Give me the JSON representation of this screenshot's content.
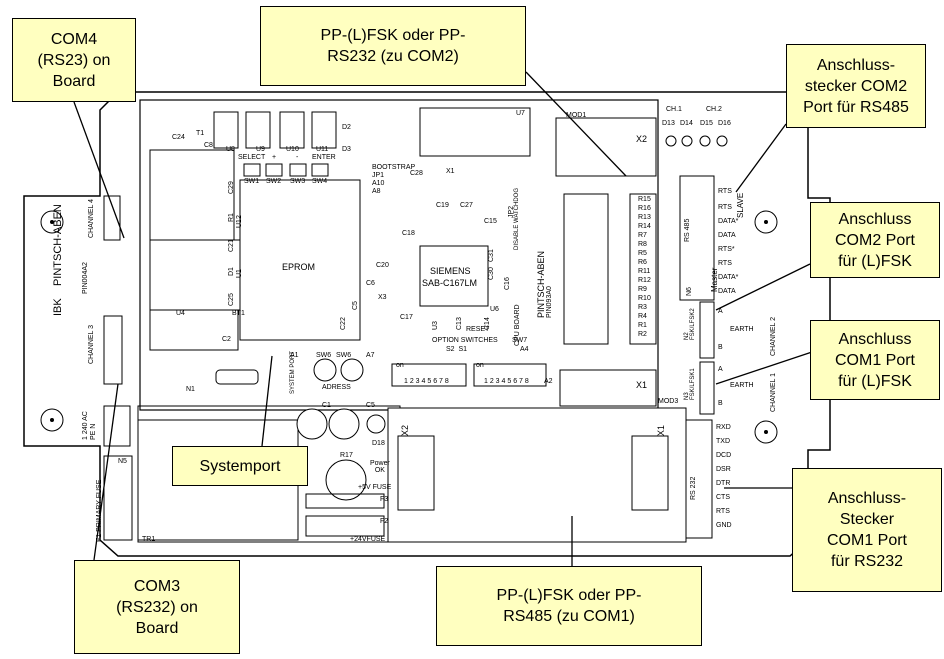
{
  "callouts": {
    "com4": "COM4\n(RS23) on\nBoard",
    "pp_top": "PP-(L)FSK oder PP-\nRS232 (zu COM2)",
    "anschlussstecker_com2": "Anschluss-\nstecker COM2\nPort für RS485",
    "anschluss_com2_fsk": "Anschluss\nCOM2 Port\nfür (L)FSK",
    "anschluss_com1_fsk": "Anschluss\nCOM1 Port\nfür (L)FSK",
    "systemport": "Systemport",
    "anschlussstecker_com1": "Anschluss-\nStecker\nCOM1 Port\nfür RS232",
    "com3": "COM3\n(RS232) on\nBoard",
    "pp_bottom": "PP-(L)FSK oder PP-\nRS485 (zu COM1)"
  },
  "board": {
    "left_vertical": "IBK    PINTSCH-ABEN",
    "left_code": "PIN004A2",
    "channel4": "CHANNEL 4",
    "channel3": "CHANNEL 3",
    "pe_n": "PE  N",
    "ac_in": "1  240 AC",
    "n5": "N5",
    "primary_fuse": "F1 PRIMARY FUSE",
    "tr1": "TR1",
    "eprom": "EPROM",
    "siemens": "SIEMENS",
    "cpu": "SAB-C167LM",
    "u6": "U6",
    "cpu_board_right": "PINTSCH-ABEN",
    "cpu_board_code": "PIN093A0",
    "cpu_board": "CPU BOARD",
    "reset": "RESET",
    "option_switches": "OPTION SWITCHES",
    "sw7": "SW7",
    "s2s1": "S2  S1",
    "a4": "A4",
    "a2": "A2",
    "dip_numbers": "1 2 3 4 5 6 7 8",
    "dip_on": "on",
    "adress": "ADRESS",
    "sw6": "SW6",
    "a1": "A1",
    "a7": "A7",
    "system_port": "SYSTEM PORT",
    "n1": "N1",
    "mod1": "MOD1",
    "mod3": "MOD3",
    "x1": "X1",
    "x2": "X2",
    "u7": "U7",
    "ch1": "CH.1",
    "ch2": "CH.2",
    "d13": "D13",
    "d14": "D14",
    "d15": "D15",
    "d16": "D16",
    "select": "SELECT",
    "plus": "+",
    "minus": "-",
    "enter": "ENTER",
    "sw1": "SW1",
    "sw2": "SW2",
    "sw3": "SW3",
    "sw4": "SW4",
    "u8": "U8",
    "u9": "U9",
    "u10": "U10",
    "u11": "U11",
    "bootstrap": "BOOTSTRAP",
    "jp1": "JP1",
    "a10": "A10",
    "a8": "A8",
    "c24": "C24",
    "t1": "T1",
    "c8": "C8",
    "d2": "D2",
    "d3": "D3",
    "c28": "C28",
    "x1_small": "X1",
    "c19": "C19",
    "c27": "C27",
    "c15": "C15",
    "jp2": "JP2",
    "disable_watchdog": "DISABLE WATCHDOG",
    "c18": "C18",
    "c20": "C20",
    "c6": "C6",
    "x3": "X3",
    "c17": "C17",
    "c29": "C29",
    "u12": "U12",
    "r1": "R1",
    "c21": "C21",
    "u1": "U1",
    "d1": "D1",
    "c25": "C25",
    "bt1": "BT1",
    "u4": "U4",
    "c2": "C2",
    "c22": "C22",
    "c5_ic": "C5",
    "u3": "U3",
    "c13": "C13",
    "c14": "C14",
    "c30": "C30",
    "c31": "C31",
    "c16": "C16",
    "r_labels": [
      "R15",
      "R16",
      "R13",
      "R14",
      "R7",
      "R8",
      "R5",
      "R6",
      "R11",
      "R12",
      "R9",
      "R10",
      "R3",
      "R4",
      "R1",
      "R2"
    ],
    "rs485": "RS 485",
    "nc": "N6",
    "master": "Master",
    "slave": "SLAVE",
    "rs485_pins": [
      "RTS",
      "RTS",
      "DATA*",
      "DATA",
      "RTS*",
      "RTS",
      "DATA*",
      "DATA"
    ],
    "n2": "N2\nFSK/LFSK2",
    "n3": "N3\nFSK/LFSK1",
    "fsk_a": "A",
    "fsk_earth": "EARTH",
    "fsk_b": "B",
    "channel2": "CHANNEL 2",
    "channel1": "CHANNEL 1",
    "rs232": "RS 232",
    "rs232_pins": [
      "RXD",
      "TXD",
      "DCD",
      "DSR",
      "DTR",
      "CTS",
      "RTS",
      "GND"
    ],
    "c1": "C1",
    "c5": "C5",
    "r17": "R17",
    "d18": "D18",
    "power_ok": "Power\nOK",
    "fuse5v": "+5V FUSE",
    "f3": "F3",
    "f2": "F2",
    "fuse24v": "+24VFUSE"
  },
  "colors": {
    "callout_fill": "#ffffc0",
    "board_fill": "#ffffff",
    "line": "#000000"
  }
}
